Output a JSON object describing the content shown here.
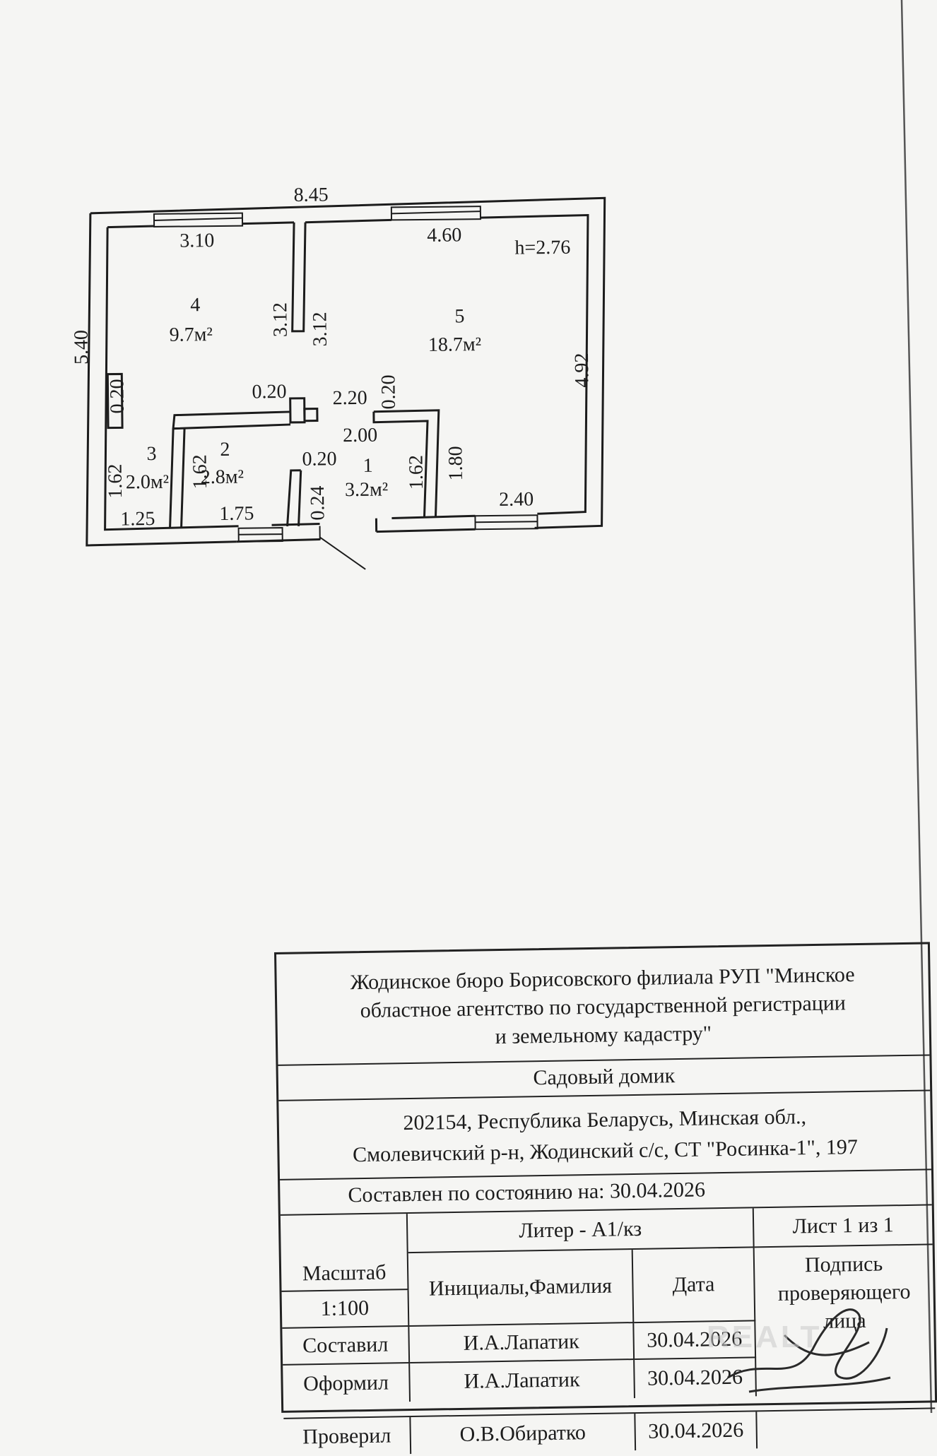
{
  "plan": {
    "overall_length": "8.45",
    "overall_width": "5.40",
    "ceiling_height": "h=2.76",
    "rooms": [
      {
        "number": "4",
        "area": "9.7м²"
      },
      {
        "number": "5",
        "area": "18.7м²"
      },
      {
        "number": "3",
        "area": "2.0м²"
      },
      {
        "number": "2",
        "area": "2.8м²"
      },
      {
        "number": "1",
        "area": "3.2м²"
      }
    ],
    "dimensions": {
      "room4_width": "3.10",
      "room5_width": "4.60",
      "partition_left": "3.12",
      "partition_right": "3.12",
      "room5_depth": "4.92",
      "left_wall_seg": "0.20",
      "wall_thick_a": "0.20",
      "hall_width_top": "2.20",
      "hall_wall": "0.20",
      "hall_width": "2.00",
      "door_wall": "0.20",
      "room3_depth": "1.62",
      "room2_depth": "1.62",
      "hall_depth": "1.62",
      "room5_lower": "1.80",
      "room3_width": "1.25",
      "room2_width": "1.75",
      "entry_wall": "0.24",
      "room5_bottom": "2.40"
    }
  },
  "title_block": {
    "org_line1": "Жодинское бюро Борисовского филиала РУП \"Минское",
    "org_line2": "областное агентство по государственной регистрации",
    "org_line3": "и земельному кадастру\"",
    "object": "Садовый домик",
    "address_line1": "202154, Республика Беларусь, Минская обл.,",
    "address_line2": "Смолевичский р-н, Жодинский с/с, СТ \"Росинка-1\", 197",
    "status": "Составлен по состоянию на: 30.04.2026",
    "sheet": "Лист  1 из 1",
    "litera": "Литер - А1/кз",
    "scale_label": "Масштаб",
    "scale_value": "1:100",
    "names_header": "Инициалы,Фамилия",
    "date_header": "Дата",
    "sign_line1": "Подпись",
    "sign_line2": "проверяющего",
    "sign_line3": "лица",
    "rows": [
      {
        "role": "Составил",
        "name": "И.А.Лапатик",
        "date": "30.04.2026"
      },
      {
        "role": "Оформил",
        "name": "И.А.Лапатик",
        "date": "30.04.2026"
      },
      {
        "role": "Проверил",
        "name": "О.В.Обиратко",
        "date": "30.04.2026"
      }
    ]
  },
  "watermark": "REALT"
}
